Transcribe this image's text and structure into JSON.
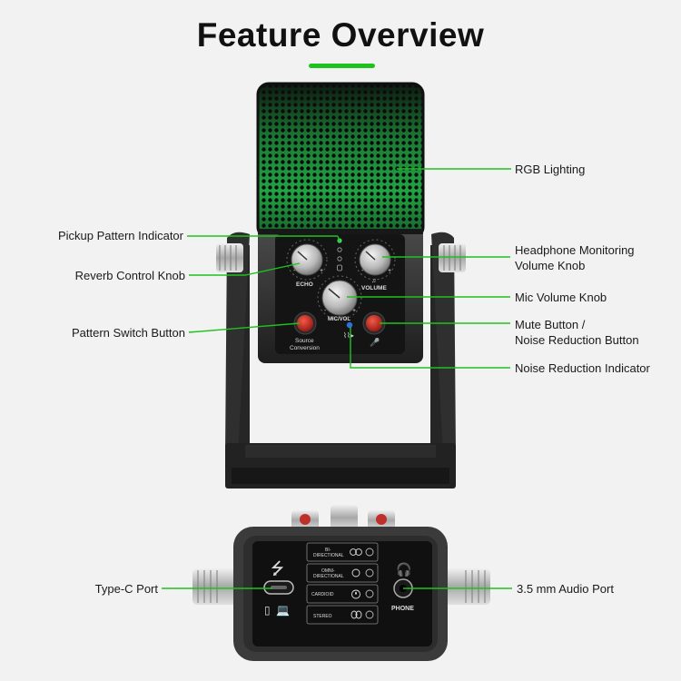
{
  "header": {
    "title": "Feature Overview"
  },
  "callouts": {
    "rgb_lighting": "RGB Lighting",
    "pickup_pattern_indicator": "Pickup Pattern Indicator",
    "reverb_control_knob": "Reverb Control Knob",
    "headphone_monitoring_line1": "Headphone Monitoring",
    "headphone_monitoring_line2": "Volume Knob",
    "mic_volume_knob": "Mic Volume Knob",
    "pattern_switch_button": "Pattern Switch Button",
    "mute_button_line1": "Mute Button /",
    "mute_button_line2": "Noise Reduction Button",
    "noise_reduction_indicator": "Noise Reduction Indicator",
    "type_c_port": "Type-C Port",
    "audio_port": "3.5 mm Audio Port"
  },
  "panel_labels": {
    "echo": "ECHO",
    "volume": "VOLUME",
    "mic_vol": "MIC/VOL",
    "source_line1": "Source",
    "source_line2": "Conversion",
    "phone": "PHONE",
    "minus": "-",
    "plus": "+"
  },
  "pattern_modes": [
    {
      "line1": "BI-",
      "line2": "DIRECTIONAL"
    },
    {
      "line1": "OMNI-",
      "line2": "DIRECTIONAL"
    },
    {
      "line1": "CARDIOID",
      "line2": ""
    },
    {
      "line1": "STEREO",
      "line2": ""
    }
  ],
  "colors": {
    "accent_green": "#1ec21e",
    "mesh_green": "#1f8a3a",
    "body_dark": "#2b2b2b",
    "button_red": "#c8241c",
    "indicator_blue": "#2f6fe0"
  }
}
